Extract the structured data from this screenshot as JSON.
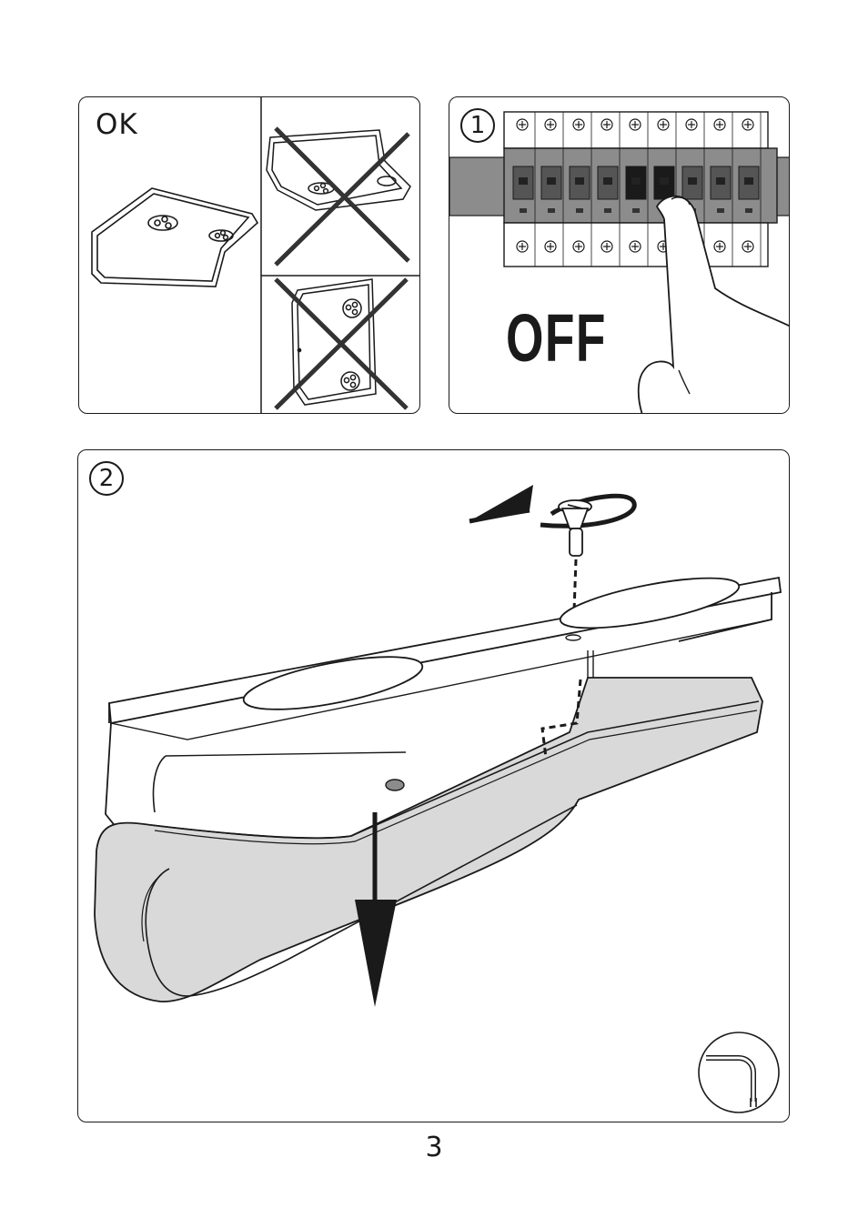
{
  "panels": {
    "ok": {
      "label": "OK"
    },
    "step1": {
      "number": "1",
      "text": "OFF"
    },
    "step2": {
      "number": "2"
    }
  },
  "page": {
    "number": "3"
  },
  "icons": [
    "bracket-correct-icon",
    "bracket-wrong-icon",
    "cross-mark-icon",
    "circuit-breaker-icon",
    "finger-icon",
    "screw-icon",
    "rotate-arrow-icon",
    "down-arrow-icon",
    "allen-key-icon"
  ],
  "colors": {
    "line": "#1a1a1a",
    "fill_gray": "#d9d9d9",
    "breaker_gray": "#8c8c8c"
  }
}
